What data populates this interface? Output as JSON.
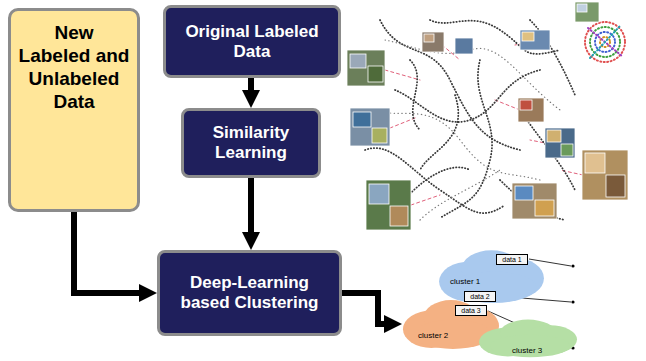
{
  "diagram": {
    "nodes": [
      {
        "text": [
          "New Labeled and Unlabeled Data"
        ]
      },
      {
        "text": [
          "Original Labeled Data"
        ]
      },
      {
        "text": [
          "Similarity Learning"
        ]
      },
      {
        "text": [
          "Deep-Learning based Clustering"
        ]
      },
      {
        "text": [
          "cluster 1"
        ]
      },
      {
        "text": [
          "data 1"
        ],
        "in": 4
      },
      {
        "text": [
          "data 2"
        ],
        "in": 4
      },
      {
        "text": [
          "cluster 2"
        ]
      },
      {
        "text": [
          "data 3"
        ],
        "in": 7
      },
      {
        "text": [
          "cluster 3"
        ]
      }
    ],
    "edges": [
      {
        "from": 1,
        "to": 2,
        "arrow": "to"
      },
      {
        "from": 2,
        "to": 3,
        "arrow": "to"
      },
      {
        "from": 0,
        "to": 3,
        "arrow": "to"
      },
      {
        "from": 3,
        "to": 7,
        "arrow": "to"
      }
    ]
  }
}
